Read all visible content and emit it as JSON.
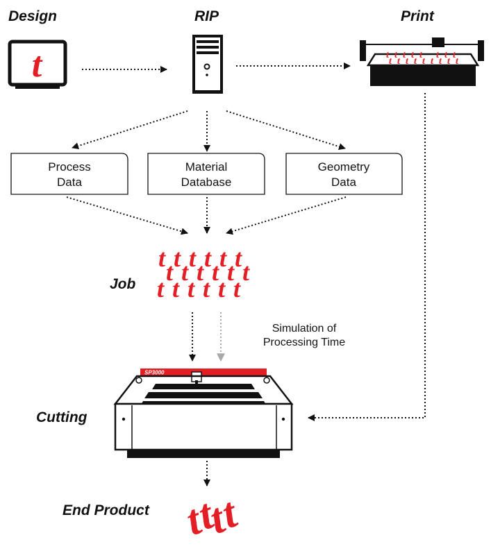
{
  "stages": {
    "design": "Design",
    "rip": "RIP",
    "print": "Print",
    "job": "Job",
    "cutting": "Cutting",
    "end_product": "End Product"
  },
  "data_boxes": {
    "process": [
      "Process",
      "Data"
    ],
    "material": [
      "Material",
      "Database"
    ],
    "geometry": [
      "Geometry",
      "Data"
    ]
  },
  "simulation_note": [
    "Simulation of",
    "Processing Time"
  ],
  "monitor_glyph": "t",
  "cutter_model": "SP3000",
  "colors": {
    "accent": "#e31e24",
    "ink": "#111111",
    "grey_arrow": "#a9a9a9"
  },
  "icons": [
    "monitor-icon",
    "server-tower-icon",
    "flatbed-printer-icon",
    "laser-cutter-icon",
    "end-product-icon"
  ]
}
